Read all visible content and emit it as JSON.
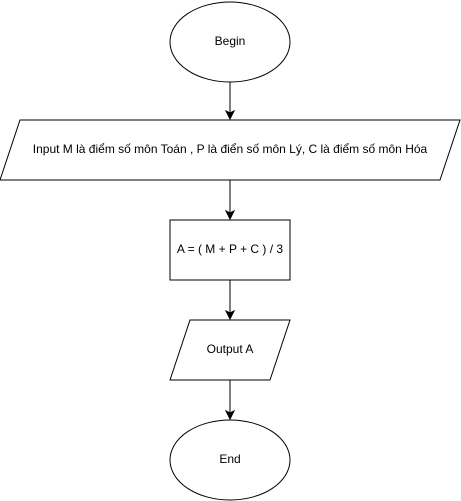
{
  "flowchart": {
    "start": {
      "label": "Begin"
    },
    "input": {
      "label": "Input M là điểm số môn Toán , P là điển số môn Lý, C là điểm số môn Hóa"
    },
    "process": {
      "label": "A = ( M + P + C ) / 3"
    },
    "output": {
      "label": "Output A"
    },
    "end": {
      "label": "End"
    }
  },
  "colors": {
    "stroke": "#000000",
    "fill": "#ffffff"
  }
}
